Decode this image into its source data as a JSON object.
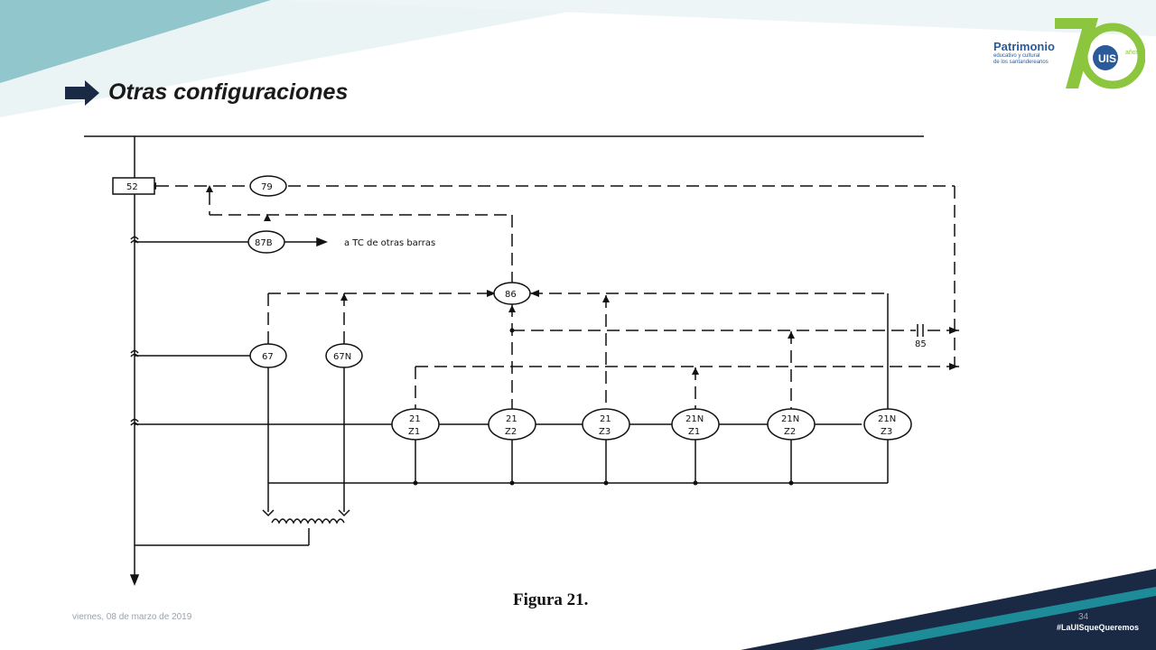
{
  "slide": {
    "title": "Otras configuraciones",
    "caption": "Figura 21.",
    "date": "viernes, 08 de marzo de 2019",
    "page_number": "34",
    "hashtag": "#LaUISqueQueremos"
  },
  "logo": {
    "main": "Patrimonio",
    "sub1": "educativo y cultural",
    "sub2": "de los santandereanos",
    "anniversary": "70",
    "badge": "UIS",
    "years": "años"
  },
  "diagram": {
    "breaker": "52",
    "relays": {
      "r79": "79",
      "r87b": "87B",
      "r86": "86",
      "r67": "67",
      "r67n": "67N"
    },
    "note_87b": "a TC de otras barras",
    "label_85": "85",
    "distance": [
      {
        "top": "21",
        "bottom": "Z1"
      },
      {
        "top": "21",
        "bottom": "Z2"
      },
      {
        "top": "21",
        "bottom": "Z3"
      },
      {
        "top": "21N",
        "bottom": "Z1"
      },
      {
        "top": "21N",
        "bottom": "Z2"
      },
      {
        "top": "21N",
        "bottom": "Z3"
      }
    ]
  },
  "colors": {
    "accent_teal": "#1e8c98",
    "dark_navy": "#1b2a44",
    "logo_green": "#8cc63f",
    "logo_blue": "#2a5a9a"
  }
}
